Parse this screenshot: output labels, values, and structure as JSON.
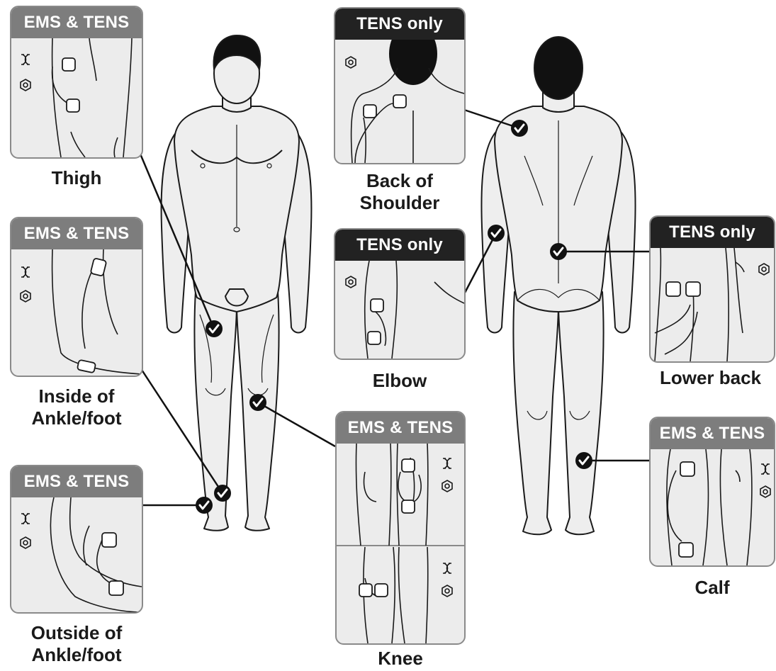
{
  "badges": {
    "ems_tens": "EMS & TENS",
    "tens_only": "TENS only"
  },
  "areas": {
    "thigh": {
      "mode": "EMS & TENS",
      "label": "Thigh"
    },
    "inside_ankle": {
      "mode": "EMS & TENS",
      "label_line1": "Inside of",
      "label_line2": "Ankle/foot"
    },
    "outside_ankle": {
      "mode": "EMS & TENS",
      "label_line1": "Outside of",
      "label_line2": "Ankle/foot"
    },
    "back_shoulder": {
      "mode": "TENS only",
      "label_line1": "Back of",
      "label_line2": "Shoulder"
    },
    "elbow": {
      "mode": "TENS only",
      "label": "Elbow"
    },
    "knee": {
      "mode": "EMS & TENS",
      "label": "Knee"
    },
    "lower_back": {
      "mode": "TENS only",
      "label": "Lower back"
    },
    "calf": {
      "mode": "EMS & TENS",
      "label": "Calf"
    }
  },
  "icons": {
    "ems": "muscle-stimulation-icon",
    "tens": "pain-relief-icon",
    "marker": "check-circle-icon"
  },
  "colors": {
    "ems_badge": "#7d7d7d",
    "tens_badge": "#222222",
    "panel_bg": "#ececec",
    "body_fill": "#eeeeee",
    "outline": "#1a1a1a"
  }
}
